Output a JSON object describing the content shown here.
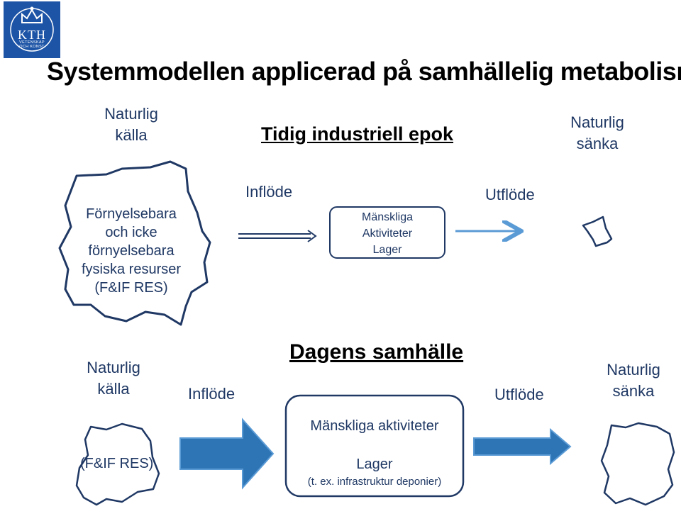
{
  "logo": {
    "text": "KTH",
    "subtitle_1": "VETENSKAP",
    "subtitle_2": "OCH KONST"
  },
  "title": "Systemmodellen applicerad på samhällelig metabolism",
  "top": {
    "heading": "Tidig industriell epok",
    "source_label_1": "Naturlig",
    "source_label_2": "källa",
    "sink_label_1": "Naturlig",
    "sink_label_2": "sänka",
    "resource_lines": [
      "Förnyelsebara",
      "och icke",
      "förnyelsebara",
      "fysiska resurser",
      "(F&IF RES)"
    ],
    "inflow_label": "Inflöde",
    "outflow_label": "Utflöde",
    "box_lines": [
      "Mänskliga",
      "Aktiviteter",
      "Lager"
    ]
  },
  "bottom": {
    "heading": "Dagens samhälle",
    "source_label_1": "Naturlig",
    "source_label_2": "källa",
    "sink_label_1": "Naturlig",
    "sink_label_2": "sänka",
    "resource_label": "(F&IF RES)",
    "inflow_label": "Inflöde",
    "outflow_label": "Utflöde",
    "box_title": "Mänskliga aktiviteter",
    "box_stock": "Lager",
    "box_note": "(t. ex. infrastruktur deponier)"
  },
  "colors": {
    "shape_stroke": "#1f3864",
    "arrow_fill": "#2e75b6",
    "arrow_light": "#5b9bd5",
    "logo_bg": "#1d54a6"
  }
}
